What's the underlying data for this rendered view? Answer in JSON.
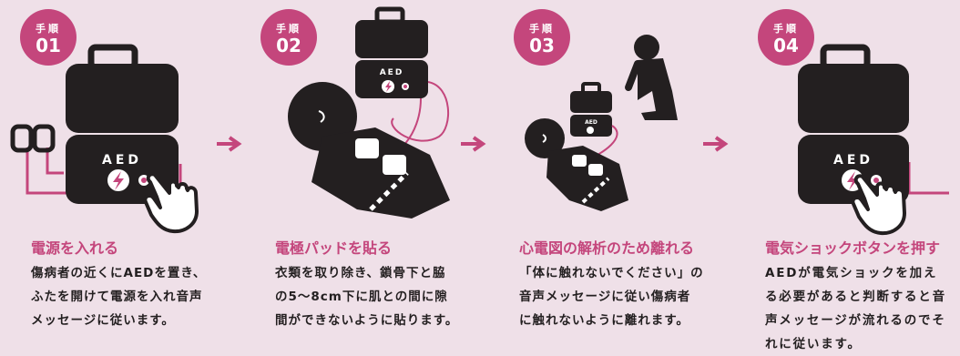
{
  "colors": {
    "accent": "#c4467c",
    "background": "#efe0e8",
    "figure": "#231f20"
  },
  "device_label": "AED",
  "steps": [
    {
      "badge_label": "手順",
      "badge_number": "01",
      "title": "電源を入れる",
      "lines": [
        "傷病者の近くにAEDを置き、",
        "ふたを開けて電源を入れ音声",
        "メッセージに従います。"
      ]
    },
    {
      "badge_label": "手順",
      "badge_number": "02",
      "title": "電極パッドを貼る",
      "lines": [
        "衣類を取り除き、鎖骨下と脇",
        "の5〜8cm下に肌との間に隙",
        "間ができないように貼ります。"
      ]
    },
    {
      "badge_label": "手順",
      "badge_number": "03",
      "title": "心電図の解析のため離れる",
      "lines": [
        "「体に触れないでください」の",
        "音声メッセージに従い傷病者",
        "に触れないように離れます。"
      ]
    },
    {
      "badge_label": "手順",
      "badge_number": "04",
      "title": "電気ショックボタンを押す",
      "lines": [
        "AEDが電気ショックを加え",
        "る必要があると判断すると音",
        "声メッセージが流れるのでそ",
        "れに従います。"
      ]
    }
  ],
  "icons": [
    "arrow-right-icon",
    "aed-icon",
    "hand-pointer-icon",
    "person-lying-icon",
    "person-kneeling-icon",
    "electrode-pads-icon",
    "lightning-icon"
  ]
}
